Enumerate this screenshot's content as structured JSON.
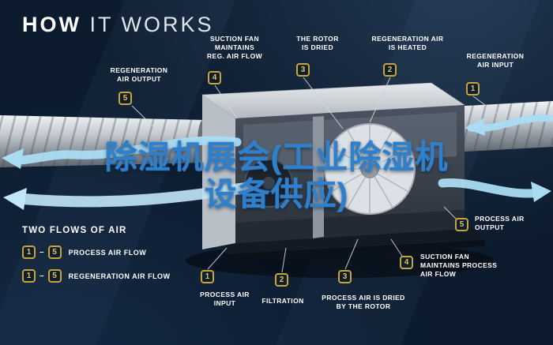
{
  "title": {
    "bold": "HOW",
    "light": "IT WORKS"
  },
  "watermark": {
    "text": "除湿机展会(工业除湿机\n设备供应)",
    "color": "#2f80cc"
  },
  "colors": {
    "background": "#0b1a2c",
    "badge_border": "#c9a43a",
    "badge_number": "#e6c258",
    "label_text": "#ffffff",
    "airflow": "#a9dcf3"
  },
  "steps_regeneration": [
    {
      "num": "5",
      "label": "REGENERATION\nAIR OUTPUT"
    },
    {
      "num": "4",
      "label": "SUCTION FAN\nMAINTAINS\nREG. AIR FLOW"
    },
    {
      "num": "3",
      "label": "THE ROTOR\nIS DRIED"
    },
    {
      "num": "2",
      "label": "REGENERATION AIR\nIS HEATED"
    },
    {
      "num": "1",
      "label": "REGENERATION\nAIR INPUT"
    }
  ],
  "steps_process": [
    {
      "num": "1",
      "label": "PROCESS AIR\nINPUT"
    },
    {
      "num": "2",
      "label": "FILTRATION"
    },
    {
      "num": "3",
      "label": "PROCESS AIR IS DRIED\nBY THE ROTOR"
    },
    {
      "num": "4",
      "label": "SUCTION FAN\nMAINTAINS PROCESS\nAIR FLOW"
    },
    {
      "num": "5",
      "label": "PROCESS AIR\nOUTPUT"
    }
  ],
  "legend": {
    "heading": "TWO FLOWS OF AIR",
    "rows": [
      {
        "from": "1",
        "dash": "–",
        "to": "5",
        "label": "PROCESS AIR FLOW"
      },
      {
        "from": "1",
        "dash": "–",
        "to": "5",
        "label": "REGENERATION AIR FLOW"
      }
    ]
  }
}
